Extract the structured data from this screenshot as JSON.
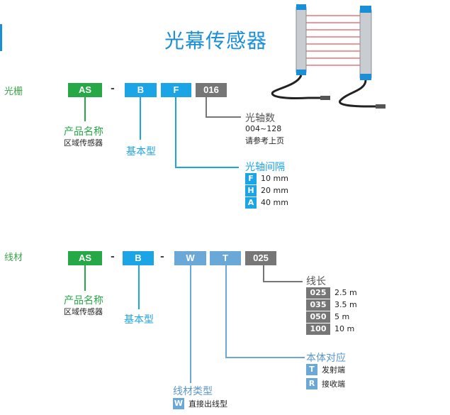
{
  "title": "光幕传感器",
  "curtain": {
    "section": "光栅",
    "boxes": [
      "AS",
      "B",
      "F",
      "016"
    ],
    "dash": "-",
    "product": {
      "label": "产品名称",
      "sub": "区域传感器"
    },
    "basic": {
      "label": "基本型"
    },
    "axis_count": {
      "label": "光轴数",
      "range": "004~128",
      "note": "请参考上页"
    },
    "pitch": {
      "label": "光轴间隔",
      "rows": [
        {
          "code": "F",
          "value": "10 mm"
        },
        {
          "code": "H",
          "value": "20 mm"
        },
        {
          "code": "A",
          "value": "40 mm"
        }
      ]
    }
  },
  "cable": {
    "section": "线材",
    "boxes": [
      "AS",
      "B",
      "W",
      "T",
      "025"
    ],
    "dash": "-",
    "product": {
      "label": "产品名称",
      "sub": "区域传感器"
    },
    "basic": {
      "label": "基本型"
    },
    "length": {
      "label": "线长",
      "rows": [
        {
          "code": "025",
          "value": "2.5 m"
        },
        {
          "code": "035",
          "value": "3.5 m"
        },
        {
          "code": "050",
          "value": "5 m"
        },
        {
          "code": "100",
          "value": "10 m"
        }
      ]
    },
    "body": {
      "label": "本体对应",
      "rows": [
        {
          "code": "T",
          "value": "发射端"
        },
        {
          "code": "R",
          "value": "接收端"
        }
      ]
    },
    "type": {
      "label": "线材类型",
      "rows": [
        {
          "code": "W",
          "value": "直接出线型"
        }
      ]
    }
  },
  "colors": {
    "green": "#27a847",
    "blue": "#1ba4e6",
    "light_blue": "#6aa8d8",
    "gray": "#767676",
    "title": "#1a8fd8"
  }
}
